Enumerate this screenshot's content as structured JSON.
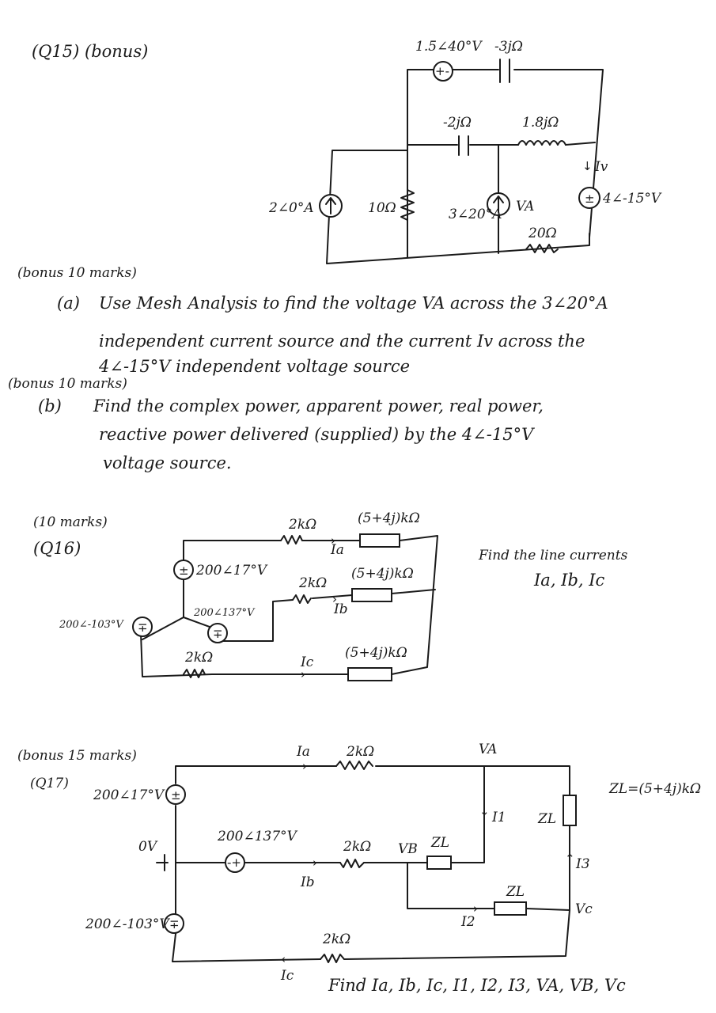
{
  "q15": {
    "heading": "(Q15) (bonus)",
    "src_top": "1.5∠40°V",
    "cap_top": "-3jΩ",
    "cap_mid": "-2jΩ",
    "ind_mid": "1.8jΩ",
    "iv_label": "Iv",
    "cs_left": "2∠0°A",
    "res_10": "10Ω",
    "cs_mid": "3∠20°A",
    "va_label": "VA",
    "vs_right": "4∠-15°V",
    "res_20": "20Ω",
    "marks_a": "(bonus 10 marks)",
    "part_a_label": "(a)",
    "part_a_line1": "Use Mesh Analysis to find the voltage VA across the 3∠20°A",
    "part_a_line2": "independent current source and the current Iv across the",
    "part_a_line3": "4∠-15°V    independent voltage source",
    "marks_b": "(bonus 10 marks)",
    "part_b_label": "(b)",
    "part_b_line1": "Find the complex power, apparent power, real power,",
    "part_b_line2": "reactive power   delivered (supplied)   by  the  4∠-15°V",
    "part_b_line3": "voltage source."
  },
  "q16": {
    "marks": "(10 marks)",
    "heading": "(Q16)",
    "src_a": "200∠17°V",
    "src_b": "200∠137°V",
    "src_c": "200∠-103°V",
    "r_a": "2kΩ",
    "r_b": "2kΩ",
    "r_c": "2kΩ",
    "z_a": "(5+4j)kΩ",
    "z_b": "(5+4j)kΩ",
    "z_c": "(5+4j)kΩ",
    "i_a": "Ia",
    "i_b": "Ib",
    "i_c": "Ic",
    "task_line1": "Find the line currents",
    "task_line2": "Ia, Ib, Ic"
  },
  "q17": {
    "marks": "(bonus 15 marks)",
    "heading": "(Q17)",
    "src_a": "200∠17°V",
    "src_b": "200∠137°V",
    "src_c": "200∠-103°V",
    "ground": "0V",
    "i_a": "Ia",
    "i_b": "Ib",
    "i_c": "Ic",
    "r_a": "2kΩ",
    "r_b": "2kΩ",
    "r_c": "2kΩ",
    "va": "VA",
    "vb": "VB",
    "vc": "Vc",
    "i1": "I1",
    "i2": "I2",
    "i3": "I3",
    "zl1": "ZL",
    "zl2": "ZL",
    "zl3": "ZL",
    "zl_def": "ZL=(5+4j)kΩ",
    "task": "Find Ia, Ib, Ic, I1, I2, I3, VA, VB, Vc"
  }
}
